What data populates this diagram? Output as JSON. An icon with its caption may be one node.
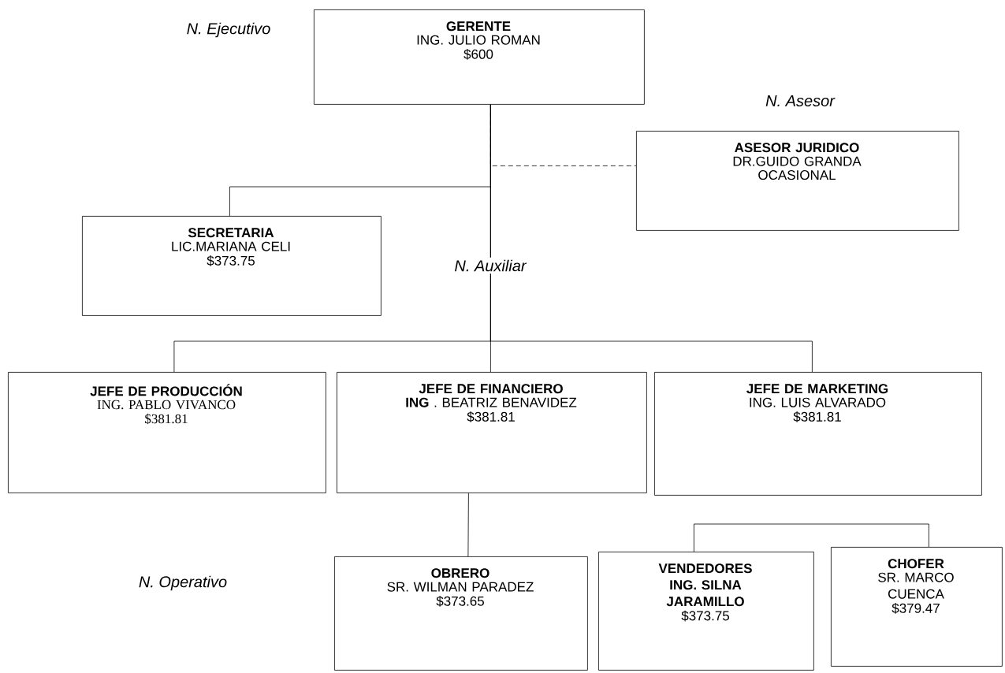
{
  "diagram": {
    "nodes": [
      {
        "text": [
          "GERENTE",
          "ING. JULIO ROMAN",
          "$600"
        ]
      },
      {
        "text": [
          "ASESOR JURIDICO",
          "DR.GUIDO GRANDA",
          "OCASIONAL"
        ]
      },
      {
        "text": [
          "SECRETARIA",
          "LIC.MARIANA CELI",
          "$373.75"
        ]
      },
      {
        "text": [
          "JEFE DE PRODUCCIÓN",
          "ING. PABLO VIVANCO",
          "$381.81"
        ]
      },
      {
        "text": [
          "JEFE DE FINANCIERO",
          "**ING** . BEATRIZ BENAVIDEZ",
          "$381.81"
        ]
      },
      {
        "text": [
          "JEFE DE MARKETING",
          "ING. LUIS ALVARADO",
          "$381.81"
        ]
      },
      {
        "text": [
          "OBRERO",
          "SR. WILMAN PARADEZ",
          "$373.65"
        ]
      },
      {
        "text": [
          "VENDEDORES ING. SILNA JARAMILLO",
          "$373.75"
        ]
      },
      {
        "text": [
          "CHOFER",
          "SR. MARCO CUENCA",
          "$379.47"
        ]
      }
    ],
    "edges": [
      {
        "from": 0,
        "to": 1,
        "arrow": "none",
        "style": "dashed"
      },
      {
        "from": 0,
        "to": 2,
        "arrow": "none"
      },
      {
        "from": 0,
        "to": 3,
        "arrow": "none"
      },
      {
        "from": 0,
        "to": 4,
        "arrow": "none"
      },
      {
        "from": 0,
        "to": 5,
        "arrow": "none"
      },
      {
        "from": 4,
        "to": 6,
        "arrow": "none"
      },
      {
        "from": 7,
        "to": 8,
        "arrow": "none"
      }
    ],
    "labels": [
      "N. Ejecutivo",
      "N. Asesor",
      "N. Auxiliar",
      "N. Operativo"
    ]
  }
}
